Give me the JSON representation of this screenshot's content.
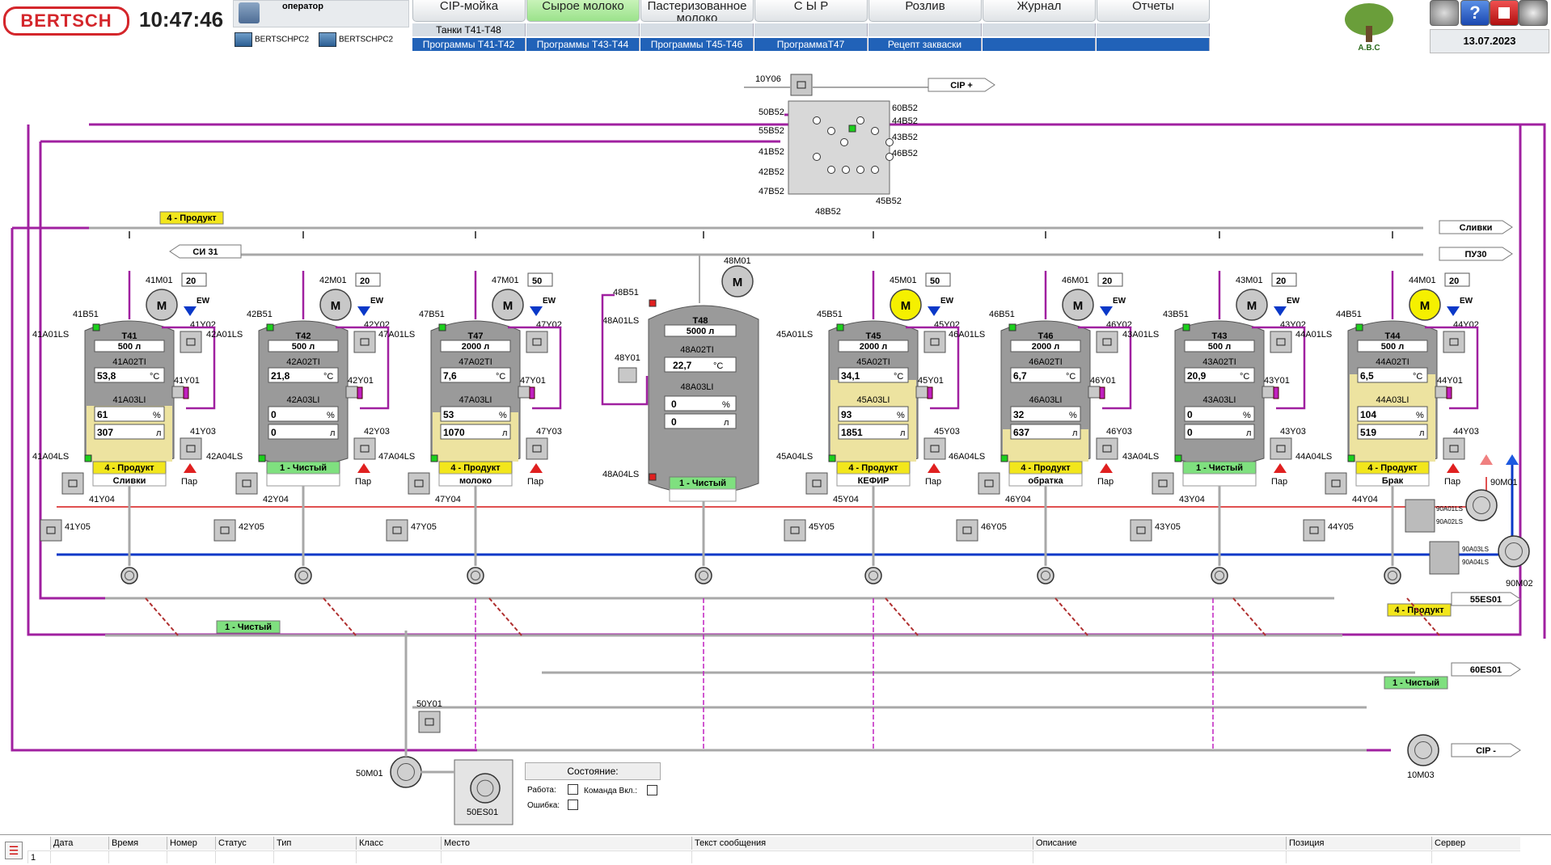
{
  "header": {
    "brand": "BERTSCH",
    "time": "10:47:46",
    "user": "оператор",
    "pcs": [
      "BERTSCHPC2",
      "BERTSCHPC2"
    ],
    "date": "13.07.2023",
    "logo_text": "A.B.C"
  },
  "tabs": [
    "CIP-мойка",
    "Сырое молоко",
    "Пастеризованное молоко",
    "С Ы Р",
    "Розлив",
    "Журнал",
    "Отчеты"
  ],
  "active_tab": 1,
  "subtabs_1": [
    "Танки Т41-Т48",
    "",
    "",
    "",
    "",
    "",
    ""
  ],
  "subtabs_2": [
    "Программы Т41-Т42",
    "Программы Т43-Т44",
    "Программы Т45-Т46",
    "ПрограммаТ47",
    "Рецепт закваски",
    "",
    ""
  ],
  "tanks": [
    {
      "id": "T41",
      "vol": "500 л",
      "ti_tag": "41A02TI",
      "temp": "53,8",
      "li_tag": "41A03LI",
      "pct": "61",
      "lit": "307",
      "status": "4 - Продукт",
      "product": "Сливки",
      "motor": "41M01",
      "speed": "20",
      "motor_on": false,
      "b51": "41B51",
      "ls1": "41A01LS",
      "ls4": "41A04LS",
      "y1": "41Y01",
      "y2": "41Y02",
      "y3": "41Y03",
      "y4": "41Y04",
      "y5": "41Y05",
      "steam": "Пар",
      "fill": 0.61
    },
    {
      "id": "T42",
      "vol": "500 л",
      "ti_tag": "42A02TI",
      "temp": "21,8",
      "li_tag": "42A03LI",
      "pct": "0",
      "lit": "0",
      "status": "1 - Чистый",
      "product": "",
      "motor": "42M01",
      "speed": "20",
      "motor_on": false,
      "b51": "42B51",
      "ls1": "42A01LS",
      "ls4": "42A04LS",
      "y1": "42Y01",
      "y2": "42Y02",
      "y3": "42Y03",
      "y4": "42Y04",
      "y5": "42Y05",
      "steam": "Пар",
      "fill": 0
    },
    {
      "id": "T47",
      "vol": "2000 л",
      "ti_tag": "47A02TI",
      "temp": "7,6",
      "li_tag": "47A03LI",
      "pct": "53",
      "lit": "1070",
      "status": "4 - Продукт",
      "product": "молоко",
      "motor": "47M01",
      "speed": "50",
      "motor_on": false,
      "b51": "47B51",
      "ls1": "47A01LS",
      "ls4": "47A04LS",
      "y1": "47Y01",
      "y2": "47Y02",
      "y3": "47Y03",
      "y4": "47Y04",
      "y5": "47Y05",
      "steam": "Пар",
      "fill": 0.53
    },
    {
      "id": "T45",
      "vol": "2000 л",
      "ti_tag": "45A02TI",
      "temp": "34,1",
      "li_tag": "45A03LI",
      "pct": "93",
      "lit": "1851",
      "status": "4 - Продукт",
      "product": "КЕФИР",
      "motor": "45M01",
      "speed": "50",
      "motor_on": true,
      "b51": "45B51",
      "ls1": "45A01LS",
      "ls4": "45A04LS",
      "y1": "45Y01",
      "y2": "45Y02",
      "y3": "45Y03",
      "y4": "45Y04",
      "y5": "45Y05",
      "steam": "Пар",
      "fill": 0.93
    },
    {
      "id": "T46",
      "vol": "2000 л",
      "ti_tag": "46A02TI",
      "temp": "6,7",
      "li_tag": "46A03LI",
      "pct": "32",
      "lit": "637",
      "status": "4 - Продукт",
      "product": "обратка",
      "motor": "46M01",
      "speed": "20",
      "motor_on": false,
      "b51": "46B51",
      "ls1": "46A01LS",
      "ls4": "46A04LS",
      "y1": "46Y01",
      "y2": "46Y02",
      "y3": "46Y03",
      "y4": "46Y04",
      "y5": "46Y05",
      "steam": "Пар",
      "fill": 0.32
    },
    {
      "id": "T43",
      "vol": "500 л",
      "ti_tag": "43A02TI",
      "temp": "20,9",
      "li_tag": "43A03LI",
      "pct": "0",
      "lit": "0",
      "status": "1 - Чистый",
      "product": "",
      "motor": "43M01",
      "speed": "20",
      "motor_on": false,
      "b51": "43B51",
      "ls1": "43A01LS",
      "ls4": "43A04LS",
      "y1": "43Y01",
      "y2": "43Y02",
      "y3": "43Y03",
      "y4": "43Y04",
      "y5": "43Y05",
      "steam": "Пар",
      "fill": 0
    },
    {
      "id": "T44",
      "vol": "500 л",
      "ti_tag": "44A02TI",
      "temp": "6,5",
      "li_tag": "44A03LI",
      "pct": "104",
      "lit": "519",
      "status": "4 - Продукт",
      "product": "Брак",
      "motor": "44M01",
      "speed": "20",
      "motor_on": true,
      "b51": "44B51",
      "ls1": "44A01LS",
      "ls4": "44A04LS",
      "y1": "44Y01",
      "y2": "44Y02",
      "y3": "44Y03",
      "y4": "44Y04",
      "y5": "44Y05",
      "steam": "Пар",
      "fill": 1.0
    }
  ],
  "big_tank": {
    "id": "T48",
    "vol": "5000 л",
    "ti_tag": "48A02TI",
    "temp": "22,7",
    "li_tag": "48A03LI",
    "pct": "0",
    "lit": "0",
    "status": "1 - Чистый",
    "motor": "48M01",
    "b51": "48B51",
    "ls1": "48A01LS",
    "ls4": "48A04LS",
    "y1": "48Y01"
  },
  "units": {
    "pct": "%",
    "l": "л",
    "deg": "°C",
    "ew": "EW",
    "m": "M"
  },
  "manifold": {
    "left": [
      "50B52",
      "55B52",
      "41B52",
      "42B52",
      "47B52"
    ],
    "right": [
      "60B52",
      "44B52",
      "43B52",
      "46B52"
    ],
    "bottom": [
      "48B52",
      "45B52"
    ],
    "valve": "10Y06",
    "cip_plus": "CIP +"
  },
  "lines": {
    "slivki": "Сливки",
    "pu30": "ПУ30",
    "si31": "СИ 31",
    "l55": "55ES01",
    "l60": "60ES01",
    "cip_minus": "CIP -",
    "prod_tag": "4 - Продукт",
    "clean_tag": "1 - Чистый"
  },
  "pumps": {
    "p1": "50M01",
    "p2": "90M01",
    "p3": "90M02",
    "p4": "10M03",
    "valve50": "50Y01",
    "es": "50ES01",
    "ls": [
      "90A01LS",
      "90A02LS",
      "90A03LS",
      "90A04LS"
    ]
  },
  "colors": {
    "product": "#f2e61c",
    "clean": "#7fe07f",
    "tank_fill": "#ede3a0",
    "cip": "#a020a0",
    "water": "#0a38c8",
    "steam": "#e05050",
    "pipe": "#a8a8a8"
  },
  "status_panel": {
    "title": "Состояние:",
    "work": "Работа:",
    "cmd": "Команда Вкл.:",
    "error": "Ошибка:"
  },
  "alarm": {
    "headers": [
      "Дата",
      "Время",
      "Номер",
      "Статус",
      "Тип",
      "Класс",
      "Место",
      "Текст сообщения",
      "Описание",
      "Позиция",
      "Сервер"
    ],
    "row": "1"
  }
}
